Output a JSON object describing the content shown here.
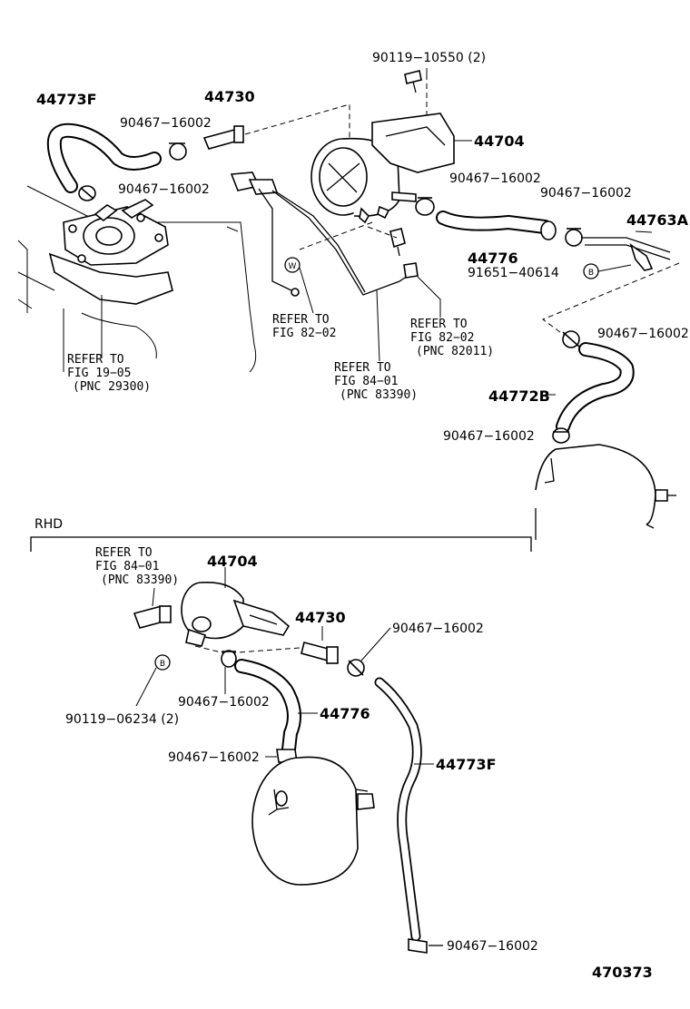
{
  "labels": {
    "p_9011910550": "90119−10550 (2)",
    "p_44773F_top": "44773F",
    "p_44730_top": "44730",
    "p_9046716002_a": "90467−16002",
    "p_44704_top": "44704",
    "p_9046716002_b": "90467−16002",
    "p_9046716002_c": "90467−16002",
    "p_9046716002_d": "90467−16002",
    "p_44763A": "44763A",
    "p_44776_top": "44776",
    "p_9165140614": "91651−40614",
    "p_9046716002_e": "90467−16002",
    "p_44772B": "44772B",
    "p_9046716002_f": "90467−16002",
    "ref_82_left_1": "REFER TO",
    "ref_82_left_2": "FIG 82−02",
    "ref_82_right_1": "REFER TO",
    "ref_82_right_2": "FIG 82−02",
    "ref_82_right_3": "(PNC 82011)",
    "ref_84_top_1": "REFER TO",
    "ref_84_top_2": "FIG 84−01",
    "ref_84_top_3": "(PNC 83390)",
    "ref_19_1": "REFER TO",
    "ref_19_2": "FIG 19−05",
    "ref_19_3": "(PNC 29300)",
    "rhd": "RHD",
    "ref_84_rhd_1": "REFER TO",
    "ref_84_rhd_2": "FIG 84−01",
    "ref_84_rhd_3": "(PNC 83390)",
    "p_44704_rhd": "44704",
    "p_44730_rhd": "44730",
    "p_9046716002_g": "90467−16002",
    "p_9046716002_h": "90467−16002",
    "p_44776_rhd": "44776",
    "p_9011906234": "90119−06234 (2)",
    "p_9046716002_i": "90467−16002",
    "p_44773F_rhd": "44773F",
    "p_9046716002_j": "90467−16002",
    "fig_number": "470373",
    "marker_w": "W",
    "marker_b_top": "B",
    "marker_b_rhd": "B"
  }
}
